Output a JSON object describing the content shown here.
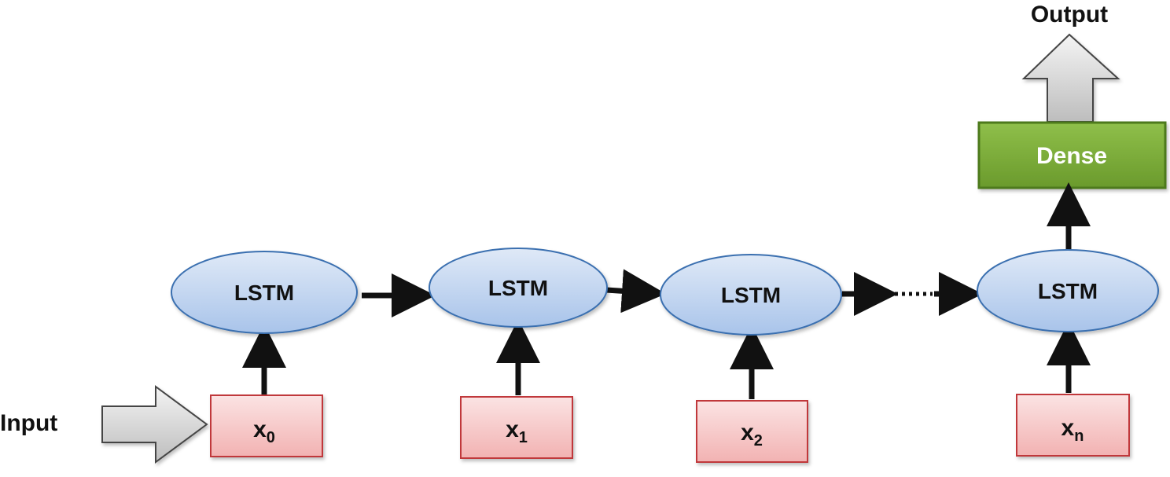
{
  "labels": {
    "input": "Input",
    "output": "Output",
    "dense": "Dense"
  },
  "cells": [
    {
      "label": "LSTM"
    },
    {
      "label": "LSTM"
    },
    {
      "label": "LSTM"
    },
    {
      "label": "LSTM"
    }
  ],
  "inputs": [
    {
      "base": "x",
      "sub": "0"
    },
    {
      "base": "x",
      "sub": "1"
    },
    {
      "base": "x",
      "sub": "2"
    },
    {
      "base": "x",
      "sub": "n"
    }
  ],
  "colors": {
    "lstm_fill_top": "#dfe9f7",
    "lstm_fill_bottom": "#a9c4ea",
    "lstm_stroke": "#3a6fb0",
    "input_fill_top": "#fbe3e3",
    "input_fill_bottom": "#f2b2b2",
    "input_stroke": "#c0393b",
    "dense_fill_top": "#8fbf4a",
    "dense_fill_bottom": "#6a9a2c",
    "dense_stroke": "#4d7a1c",
    "arrow": "#111111",
    "big_arrow_fill": "#d9d9d9",
    "big_arrow_stroke": "#444444"
  }
}
